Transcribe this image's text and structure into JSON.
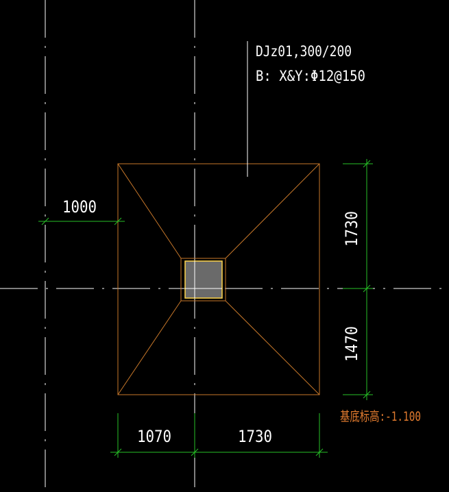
{
  "drawing": {
    "label": {
      "line1": "DJz01,300/200",
      "line2": "B: X&Y:Φ12@150"
    },
    "dimensions": {
      "left_offset": "1000",
      "right_top": "1730",
      "right_bottom": "1470",
      "bottom_left": "1070",
      "bottom_right": "1730"
    },
    "elevation_note": "基底标高:-1.100",
    "colors": {
      "background": "#000000",
      "axis_line": "#ffffff",
      "footing_outline": "#c8782a",
      "column_outline": "#ffd54a",
      "column_fill": "#6a6a6a",
      "dimension_line": "#27c227",
      "text_white": "#ffffff",
      "text_orange": "#e07a2e"
    }
  }
}
